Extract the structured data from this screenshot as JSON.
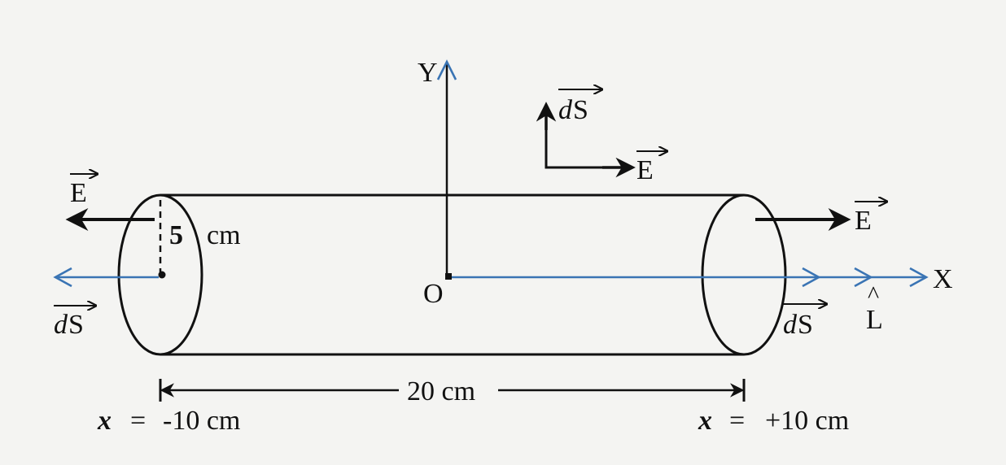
{
  "labels": {
    "y_axis": "Y",
    "x_axis": "X",
    "origin": "O",
    "radius": "5",
    "radius_unit": "cm",
    "length": "20 cm",
    "left_x_var": "x",
    "left_x_eq": "=",
    "left_x_val": "-10 cm",
    "right_x_var": "x",
    "right_x_eq": "=",
    "right_x_val": "+10 cm",
    "field_left": "E",
    "field_right": "E",
    "field_top": "E",
    "area_left_d": "d",
    "area_left_s": "S",
    "area_right_d": "d",
    "area_right_s": "S",
    "area_top_d": "d",
    "area_top_s": "S",
    "unit_vector": "L",
    "unit_hat": "^"
  },
  "colors": {
    "ink": "#111111",
    "axis_blue": "#3a74b4",
    "background": "#f4f4f2"
  }
}
